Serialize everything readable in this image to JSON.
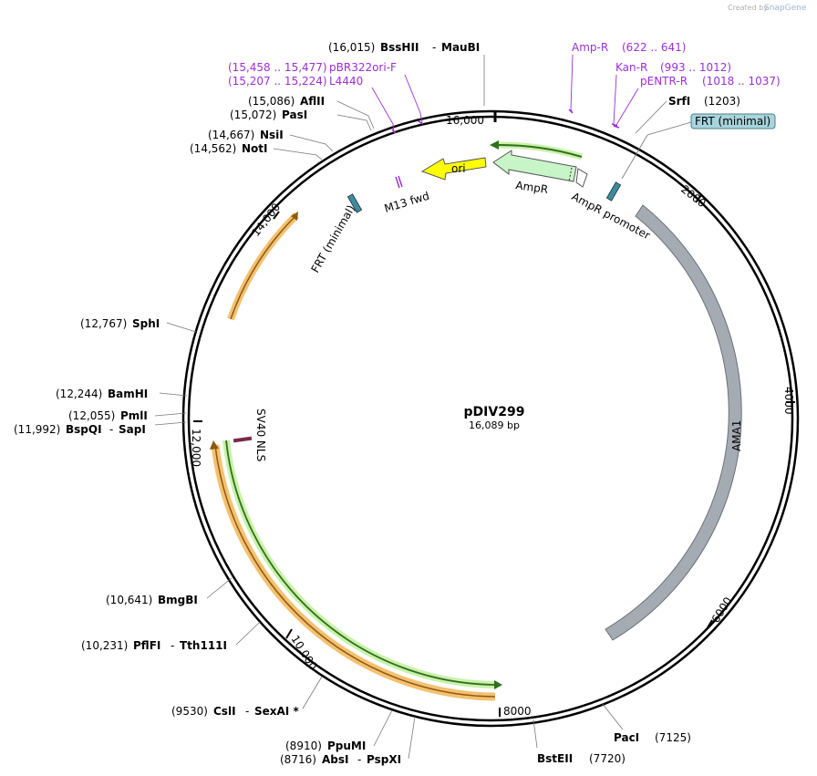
{
  "header": {
    "credit_prefix": "Created by",
    "credit_brand": "SnapGene"
  },
  "plasmid": {
    "name": "pDIV299",
    "size_label": "16,089 bp",
    "length": 16089
  },
  "ruler_labels": [
    "2000",
    "4000",
    "6000",
    "8000",
    "10,000",
    "12,000",
    "14,000",
    "16,000"
  ],
  "features": {
    "ama1": "AMA1",
    "ampr": "AmpR",
    "ampr_promoter": "AmpR promoter",
    "ori": "ori",
    "m13": "M13 fwd",
    "frt_inner": "FRT (minimal)",
    "frt_box": "FRT (minimal)",
    "sv40": "SV40 NLS"
  },
  "enzymes": [
    {
      "pos": "(16,015)",
      "name": "BssHII",
      "extra": "MauBI"
    },
    {
      "pos": "(15,086)",
      "name": "AflII",
      "extra": ""
    },
    {
      "pos": "(15,072)",
      "name": "PasI",
      "extra": ""
    },
    {
      "pos": "(14,667)",
      "name": "NsiI",
      "extra": ""
    },
    {
      "pos": "(14,562)",
      "name": "NotI",
      "extra": ""
    },
    {
      "pos": "(12,767)",
      "name": "SphI",
      "extra": ""
    },
    {
      "pos": "(12,244)",
      "name": "BamHI",
      "extra": ""
    },
    {
      "pos": "(12,055)",
      "name": "PmlI",
      "extra": ""
    },
    {
      "pos": "(11,992)",
      "name": "BspQI",
      "extra": "SapI"
    },
    {
      "pos": "(10,641)",
      "name": "BmgBI",
      "extra": ""
    },
    {
      "pos": "(10,231)",
      "name": "PflFI",
      "extra": "Tth111I"
    },
    {
      "pos": "(9530)",
      "name": "CslI",
      "extra": "SexAI *"
    },
    {
      "pos": "(8910)",
      "name": "PpuMI",
      "extra": ""
    },
    {
      "pos": "(8716)",
      "name": "AbsI",
      "extra": "PspXI"
    },
    {
      "pos": "(7720)",
      "name": "BstEII",
      "extra": ""
    },
    {
      "pos": "(7125)",
      "name": "PacI",
      "extra": ""
    },
    {
      "pos": "(1203)",
      "name": "SrfI",
      "extra": ""
    }
  ],
  "primers": [
    {
      "name": "Amp-R",
      "range": "(622 .. 641)"
    },
    {
      "name": "Kan-R",
      "range": "(993 .. 1012)"
    },
    {
      "name": "pENTR-R",
      "range": "(1018 .. 1037)"
    },
    {
      "name": "pBR322ori-F",
      "range": "(15,458 .. 15,477)"
    },
    {
      "name": "L4440",
      "range": "(15,207 .. 15,224)"
    }
  ],
  "colors": {
    "ama1": "#a4abb3",
    "ampr": "#c8f5c8",
    "ori": "#ffff00",
    "promoter": "#ffffff",
    "frt": "#3c8c9c",
    "frt_box": "#a8d4dc",
    "primer": "#9b30d6",
    "orf_orange": "#f5c070",
    "orf_green": "#c9f2a8",
    "orf_line": "#2f6f1f",
    "sv40": "#7a2a4a"
  }
}
